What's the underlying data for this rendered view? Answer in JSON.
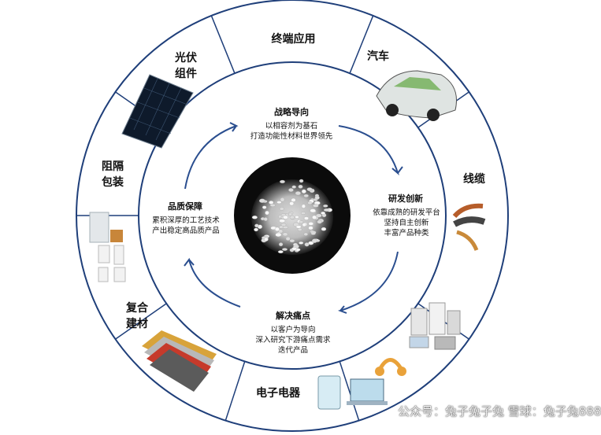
{
  "outer_ring": {
    "center_label": "终端应用",
    "segments": [
      {
        "label": "汽车"
      },
      {
        "label": "线缆"
      },
      {
        "label": "电子电器"
      },
      {
        "label": "复合\n建材"
      },
      {
        "label": "阻隔\n包装"
      },
      {
        "label": "光伏\n组件"
      }
    ]
  },
  "inner_cycle": {
    "steps": [
      {
        "title": "战略导向",
        "desc": "以相容剂为基石\n打造功能性材料世界领先"
      },
      {
        "title": "研发创新",
        "desc": "依靠成熟的研发平台\n坚持自主创新\n丰富产品种类"
      },
      {
        "title": "解决痛点",
        "desc": "以客户为导向\n深入研究下游痛点需求\n迭代产品"
      },
      {
        "title": "品质保障",
        "desc": "累积深厚的工艺技术\n产出稳定高品质产品"
      }
    ]
  },
  "watermark": {
    "text": "公众号：兔子兔子兔  雪球：兔子兔888"
  },
  "colors": {
    "ring_stroke": "#1f3f7a",
    "arrow_stroke": "#2a4e8f",
    "center_bg": "#0b0b0b"
  }
}
